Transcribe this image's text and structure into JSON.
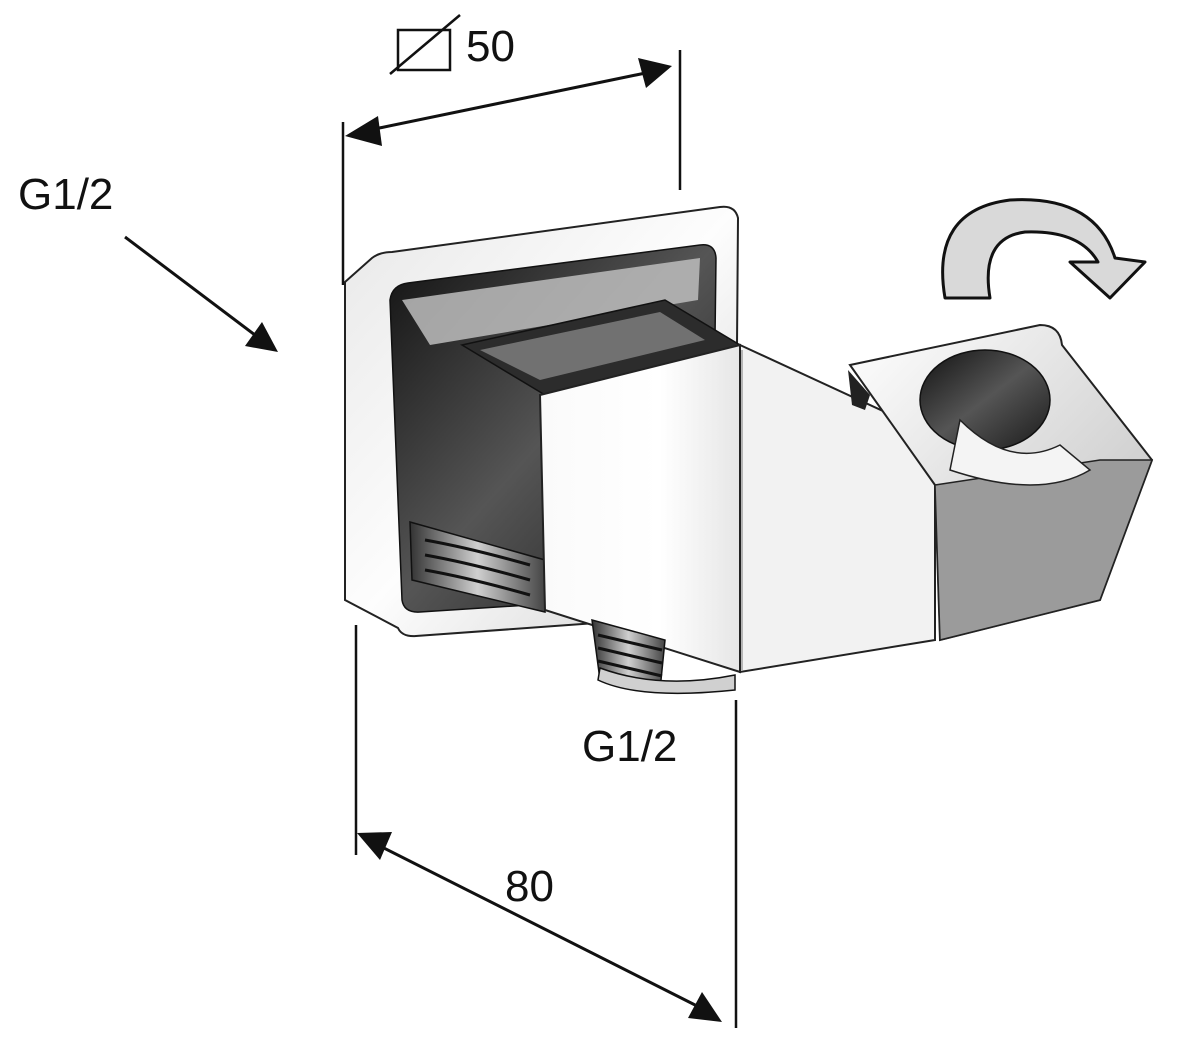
{
  "labels": {
    "inlet_thread": "G1/2",
    "outlet_thread": "G1/2",
    "square_size": "50",
    "depth": "80"
  },
  "icons": [
    "square-size-icon",
    "rotate-arrow-icon",
    "dimension-arrow-icon"
  ],
  "colors": {
    "line": "#111111",
    "chrome_dark": "#2a2a2a",
    "chrome_mid": "#8a8a8a",
    "chrome_light": "#f4f4f4"
  }
}
